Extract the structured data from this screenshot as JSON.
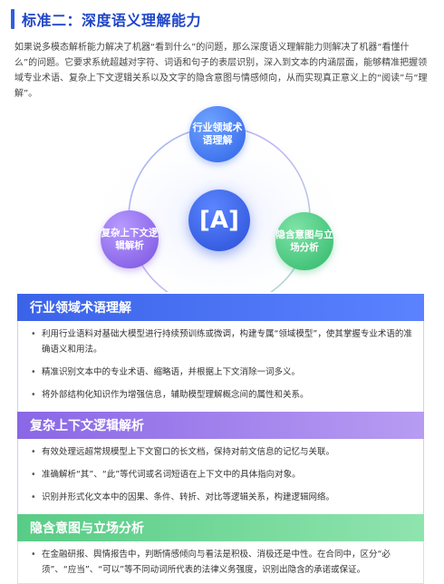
{
  "header": {
    "title": "标准二：深度语义理解能力"
  },
  "intro": {
    "text": "如果说多模态解析能力解决了机器“看到什么”的问题，那么深度语义理解能力则解决了机器“看懂什么”的问题。它要求系统超越对字符、词语和句子的表层识别，深入到文本的内涵层面，能够精准把握领域专业术语、复杂上下文逻辑关系以及文字的隐含意图与情感倾向，从而实现真正意义上的“阅读”与“理解”。"
  },
  "diagram": {
    "center_glyph": "[A]",
    "nodes": {
      "top": "行业领域术语理解",
      "left": "复杂上下文逻辑解析",
      "right": "隐含意图与立场分析"
    },
    "colors": {
      "blue": "#2f63e8",
      "purple": "#7a52e0",
      "green": "#2fb86a"
    }
  },
  "sections": [
    {
      "title": "行业领域术语理解",
      "items": [
        "利用行业语料对基础大模型进行持续预训练或微调，构建专属“领域模型”，使其掌握专业术语的准确语义和用法。",
        "精准识别文本中的专业术语、缩略语，并根据上下文消除一词多义。",
        "将外部结构化知识作为增强信息，辅助模型理解概念间的属性和关系。"
      ]
    },
    {
      "title": "复杂上下文逻辑解析",
      "items": [
        "有效处理远超常规模型上下文窗口的长文档，保持对前文信息的记忆与关联。",
        "准确解析“其”、“此”等代词或名词短语在上下文中的具体指向对象。",
        "识别并形式化文本中的因果、条件、转折、对比等逻辑关系，构建逻辑网络。"
      ]
    },
    {
      "title": "隐含意图与立场分析",
      "items": [
        "在金融研报、舆情报告中，判断情感倾向与看法是积极、消极还是中性。在合同中，区分“必须”、“应当”、“可以”等不同动词所代表的法律义务强度，识别出隐含的承诺或保证。"
      ]
    }
  ]
}
